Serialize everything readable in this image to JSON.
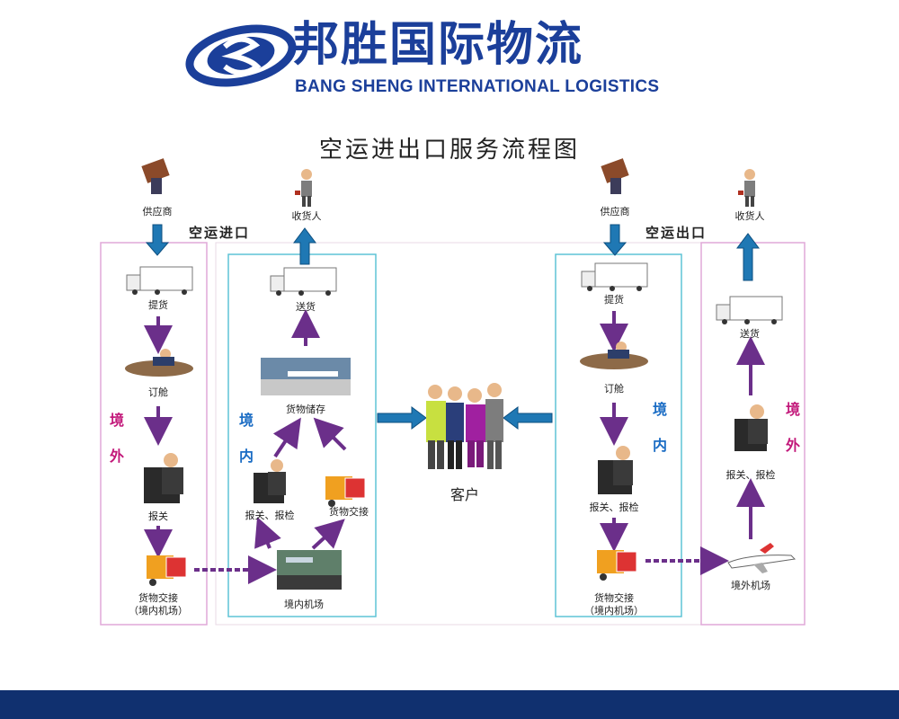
{
  "header": {
    "brand_cn": "邦胜国际物流",
    "brand_en": "BANG SHENG INTERNATIONAL  LOGISTICS"
  },
  "title": "空运进出口服务流程图",
  "import": {
    "section": "空运进口",
    "supplier": "供应商",
    "consignee": "收货人",
    "pickup": "提货",
    "booking": "订舱",
    "customs": "报关",
    "handover_line1": "货物交接",
    "handover_line2": "（境内机场）",
    "region_abroad": [
      "境",
      "外"
    ],
    "region_domestic": [
      "境",
      "内"
    ],
    "delivery": "送货",
    "storage": "货物储存",
    "customs_inspect": "报关、报检",
    "cargo_handover": "货物交接",
    "domestic_airport": "境内机场"
  },
  "export": {
    "section": "空运出口",
    "supplier": "供应商",
    "consignee": "收货人",
    "pickup": "提货",
    "booking": "订舱",
    "customs_inspect": "报关、报检",
    "handover_line1": "货物交接",
    "handover_line2": "（境内机场）",
    "region_domestic": [
      "境",
      "内"
    ],
    "region_abroad": [
      "境",
      "外"
    ],
    "delivery": "送货",
    "customs_inspect_abroad": "报关、报检",
    "foreign_airport": "境外机场"
  },
  "client": "客户",
  "colors": {
    "brand_blue": "#1b3f9a",
    "footer_blue": "#10306f",
    "big_arrow_blue": "#1f78b4",
    "small_arrow_purple": "#6b2f8a",
    "abroad_border_pink": "#e0a8d8",
    "domestic_border_cyan": "#5ec4d6",
    "region_magenta": "#c2187a",
    "region_blue": "#1a6cc4"
  }
}
